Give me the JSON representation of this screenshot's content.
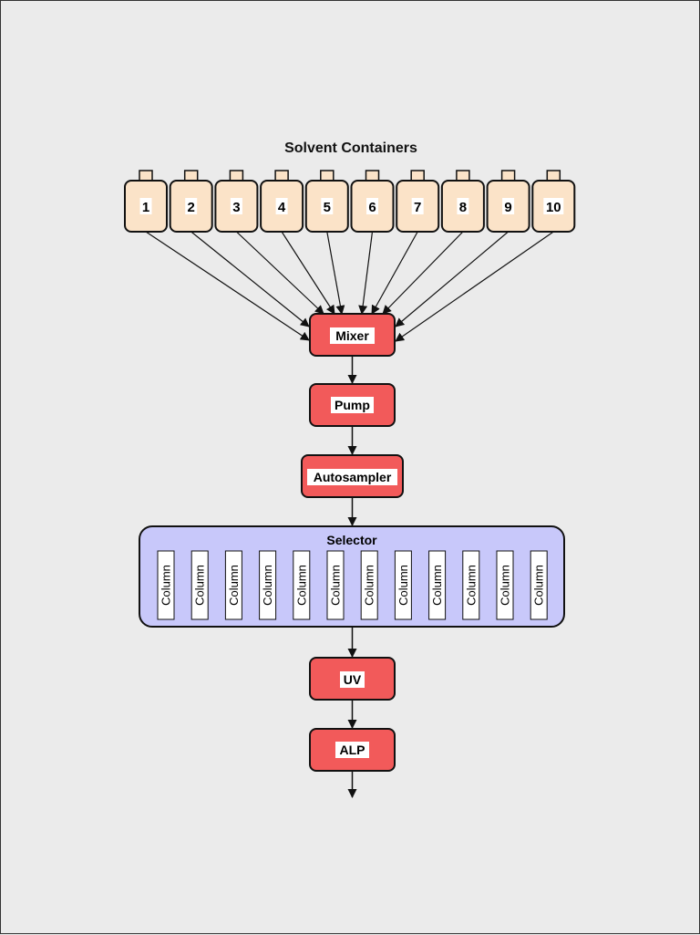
{
  "diagram": {
    "title": "Solvent Containers",
    "containers": [
      "1",
      "2",
      "3",
      "4",
      "5",
      "6",
      "7",
      "8",
      "9",
      "10"
    ],
    "mixer": "Mixer",
    "pump": "Pump",
    "autosampler": "Autosampler",
    "selector": {
      "label": "Selector",
      "columns": [
        "Column",
        "Column",
        "Column",
        "Column",
        "Column",
        "Column",
        "Column",
        "Column",
        "Column",
        "Column",
        "Column",
        "Column"
      ]
    },
    "uv": "UV",
    "alp": "ALP"
  },
  "colors": {
    "background": "#ebebeb",
    "container_fill": "#fbe3c8",
    "process_fill": "#f25a5a",
    "selector_fill": "#c8c8fa",
    "stroke": "#111111"
  }
}
